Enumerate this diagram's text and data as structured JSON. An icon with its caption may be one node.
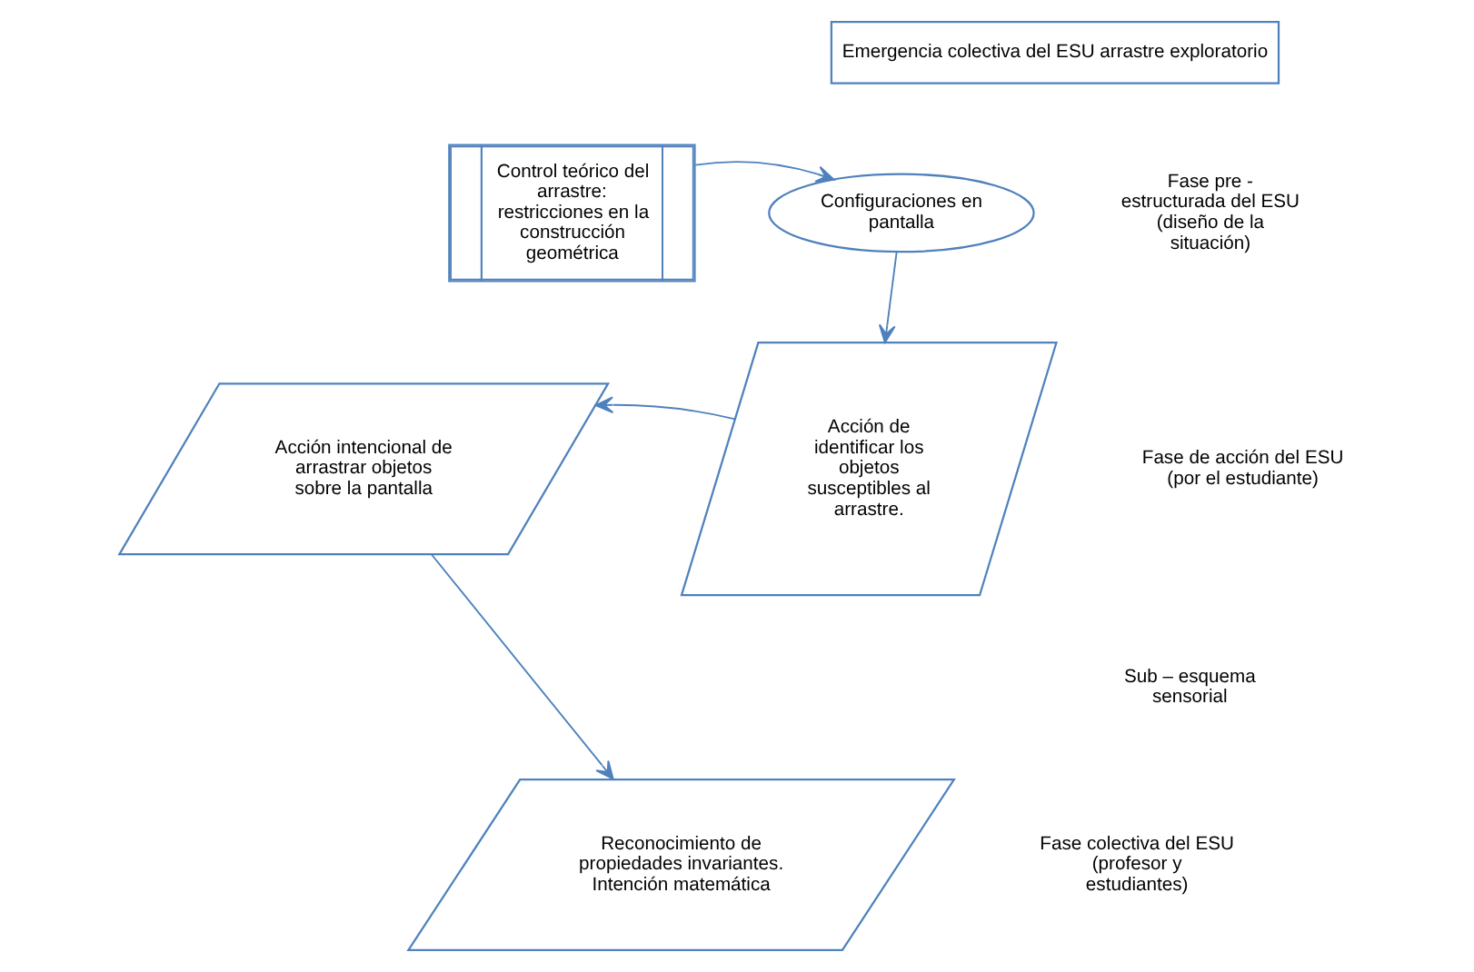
{
  "diagram": {
    "nodes": [
      {
        "text": [
          "Emergencia colectiva del ESU arrastre exploratorio"
        ]
      },
      {
        "text": [
          "Control teórico del arrastre: restricciones en la construcción geométrica"
        ]
      },
      {
        "text": [
          "Configuraciones en pantalla"
        ]
      },
      {
        "text": [
          "Acción de identificar los objetos susceptibles al arrastre."
        ]
      },
      {
        "text": [
          "Acción intencional de arrastrar objetos sobre la pantalla"
        ]
      },
      {
        "text": [
          "Reconocimiento de propiedades invariantes. Intención matemática"
        ]
      }
    ],
    "edges": [
      {
        "from": 1,
        "to": 2,
        "arrow": "to"
      },
      {
        "from": 2,
        "to": 3,
        "arrow": "to"
      },
      {
        "from": 3,
        "to": 4,
        "arrow": "to"
      },
      {
        "from": 4,
        "to": 5,
        "arrow": "to"
      }
    ],
    "labels": [
      "Fase pre - estructurada del ESU (diseño de la situación)",
      "Fase de acción del ESU (por el estudiante)",
      "Sub – esquema sensorial",
      "Fase colectiva del ESU (profesor y estudiantes)"
    ]
  }
}
